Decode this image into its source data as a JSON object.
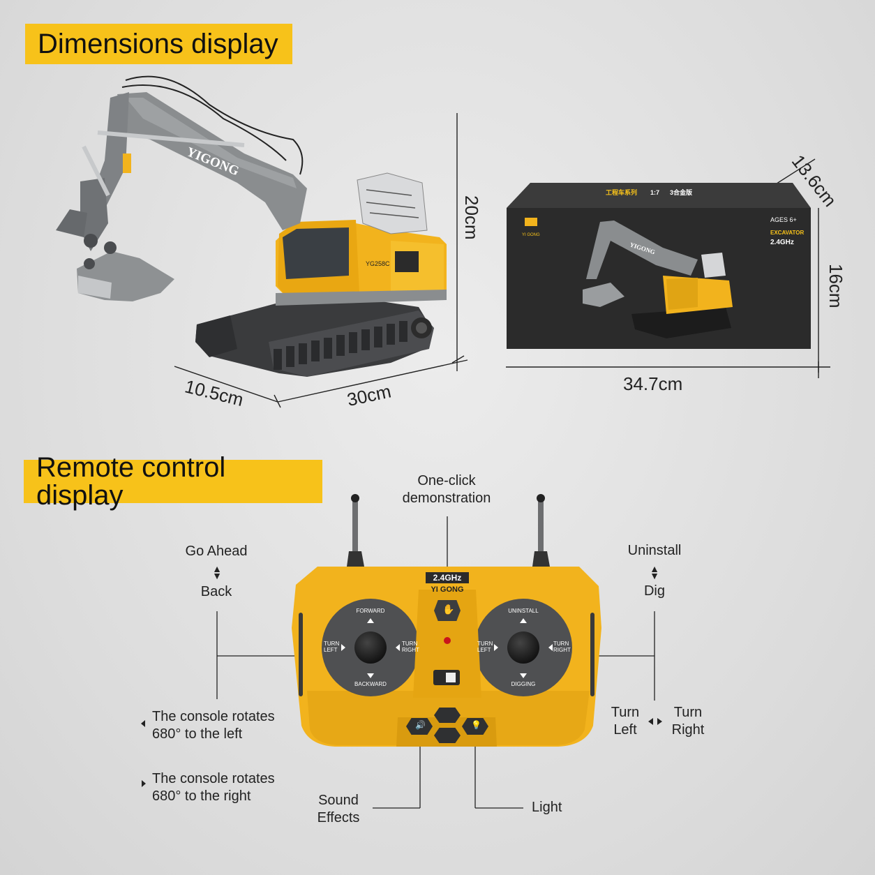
{
  "dimensions": {
    "heading": "Dimensions display",
    "height": "20cm",
    "width": "10.5cm",
    "length": "30cm",
    "box_length": "34.7cm",
    "box_depth": "13.6cm",
    "box_height": "16cm"
  },
  "excavator": {
    "brand": "YIGONG",
    "model": "YG258C"
  },
  "box": {
    "series": "工程车系列",
    "scale": "1:7",
    "edition": "3合金版",
    "logo_text": "YI GONG",
    "ages": "AGES 6+",
    "product": "EXCAVATOR",
    "freq": "2.4GHz",
    "brand": "YIGONG"
  },
  "remote": {
    "heading": "Remote control display",
    "freq": "2.4GHz",
    "brand": "YI GONG",
    "left_up": "FORWARD",
    "left_down": "BACKWARD",
    "left_left_1": "TURN",
    "left_left_2": "LEFT",
    "left_right_1": "TURN",
    "left_right_2": "RIGHT",
    "right_up": "UNINSTALL",
    "right_down": "DIGGING",
    "right_left_1": "TURN",
    "right_left_2": "LEFT",
    "right_right_1": "TURN",
    "right_right_2": "RIGHT"
  },
  "callouts": {
    "demo_1": "One-click",
    "demo_2": "demonstration",
    "go_ahead": "Go Ahead",
    "back": "Back",
    "uninstall": "Uninstall",
    "dig": "Dig",
    "rotate_left_1": "The console rotates",
    "rotate_left_2": "680° to the left",
    "rotate_right_1": "The console rotates",
    "rotate_right_2": "680° to the right",
    "turn_left_1": "Turn",
    "turn_left_2": "Left",
    "turn_right_1": "Turn",
    "turn_right_2": "Right",
    "sound_1": "Sound",
    "sound_2": "Effects",
    "light": "Light"
  },
  "colors": {
    "accent": "#f7c21a",
    "body_yellow": "#f2b31d",
    "grey_arm": "#8a8d8f",
    "box_dark": "#2b2b2b"
  }
}
